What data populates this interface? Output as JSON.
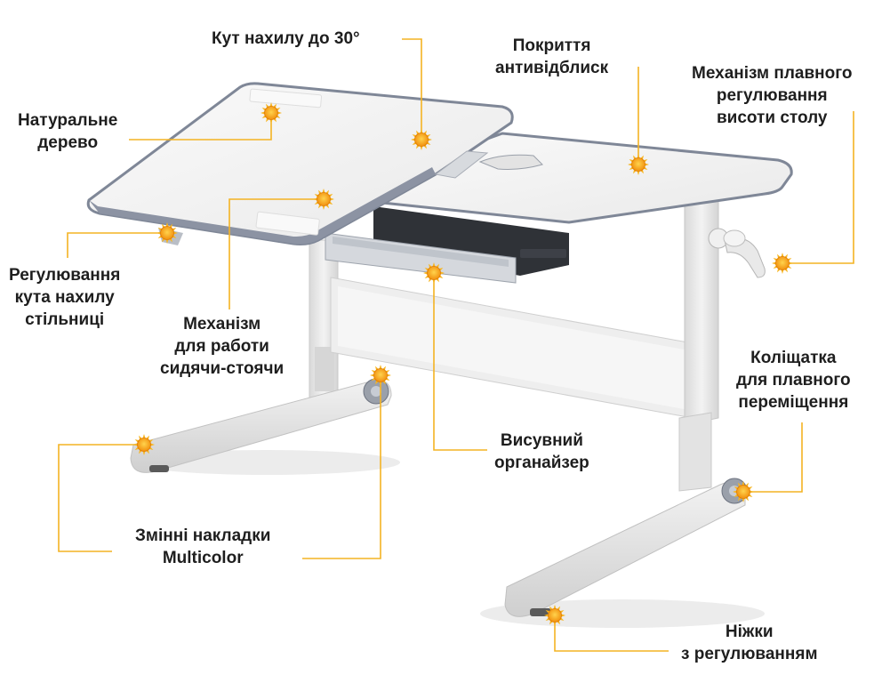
{
  "colors": {
    "leader_line": "#f4b323",
    "marker_core": "#f59a0c",
    "marker_ray": "#f6b521",
    "desk_frame": "#e6e6e6",
    "desk_top": "#f4f4f4",
    "desk_edge": "#8c93a3",
    "shadow": "#d7d7d7"
  },
  "callouts": {
    "tilt_angle": [
      "Кут нахилу до 30°"
    ],
    "anti_glare": [
      "Покриття",
      "антивідблиск"
    ],
    "height_mechanism": [
      "Механізм плавного",
      "регулювання",
      "висоти столу"
    ],
    "natural_wood": [
      "Натуральне",
      "дерево"
    ],
    "tabletop_tilt": [
      "Регулювання",
      "кута нахилу",
      "стільниці"
    ],
    "sit_stand": [
      "Механізм",
      "для работи",
      "сидячи-стоячи"
    ],
    "wheels": [
      "Коліщатка",
      "для плавного",
      "переміщення"
    ],
    "organizer": [
      "Висувний",
      "органайзер"
    ],
    "multicolor_pads": [
      "Змінні накладки",
      "Multicolor"
    ],
    "feet": [
      "Ніжки",
      "з регулюванням"
    ]
  },
  "markers": [
    {
      "name": "natural-wood-marker",
      "icon": "sun-marker-icon"
    },
    {
      "name": "tilt-angle-marker",
      "icon": "sun-marker-icon"
    },
    {
      "name": "anti-glare-marker",
      "icon": "sun-marker-icon"
    },
    {
      "name": "sit-stand-marker",
      "icon": "sun-marker-icon"
    },
    {
      "name": "tabletop-tilt-marker",
      "icon": "sun-marker-icon"
    },
    {
      "name": "organizer-marker",
      "icon": "sun-marker-icon"
    },
    {
      "name": "height-mechanism-marker",
      "icon": "sun-marker-icon"
    },
    {
      "name": "multicolor-pads-marker",
      "icon": "sun-marker-icon"
    },
    {
      "name": "left-foot-marker",
      "icon": "sun-marker-icon"
    },
    {
      "name": "wheels-marker",
      "icon": "sun-marker-icon"
    },
    {
      "name": "feet-marker",
      "icon": "sun-marker-icon"
    }
  ]
}
